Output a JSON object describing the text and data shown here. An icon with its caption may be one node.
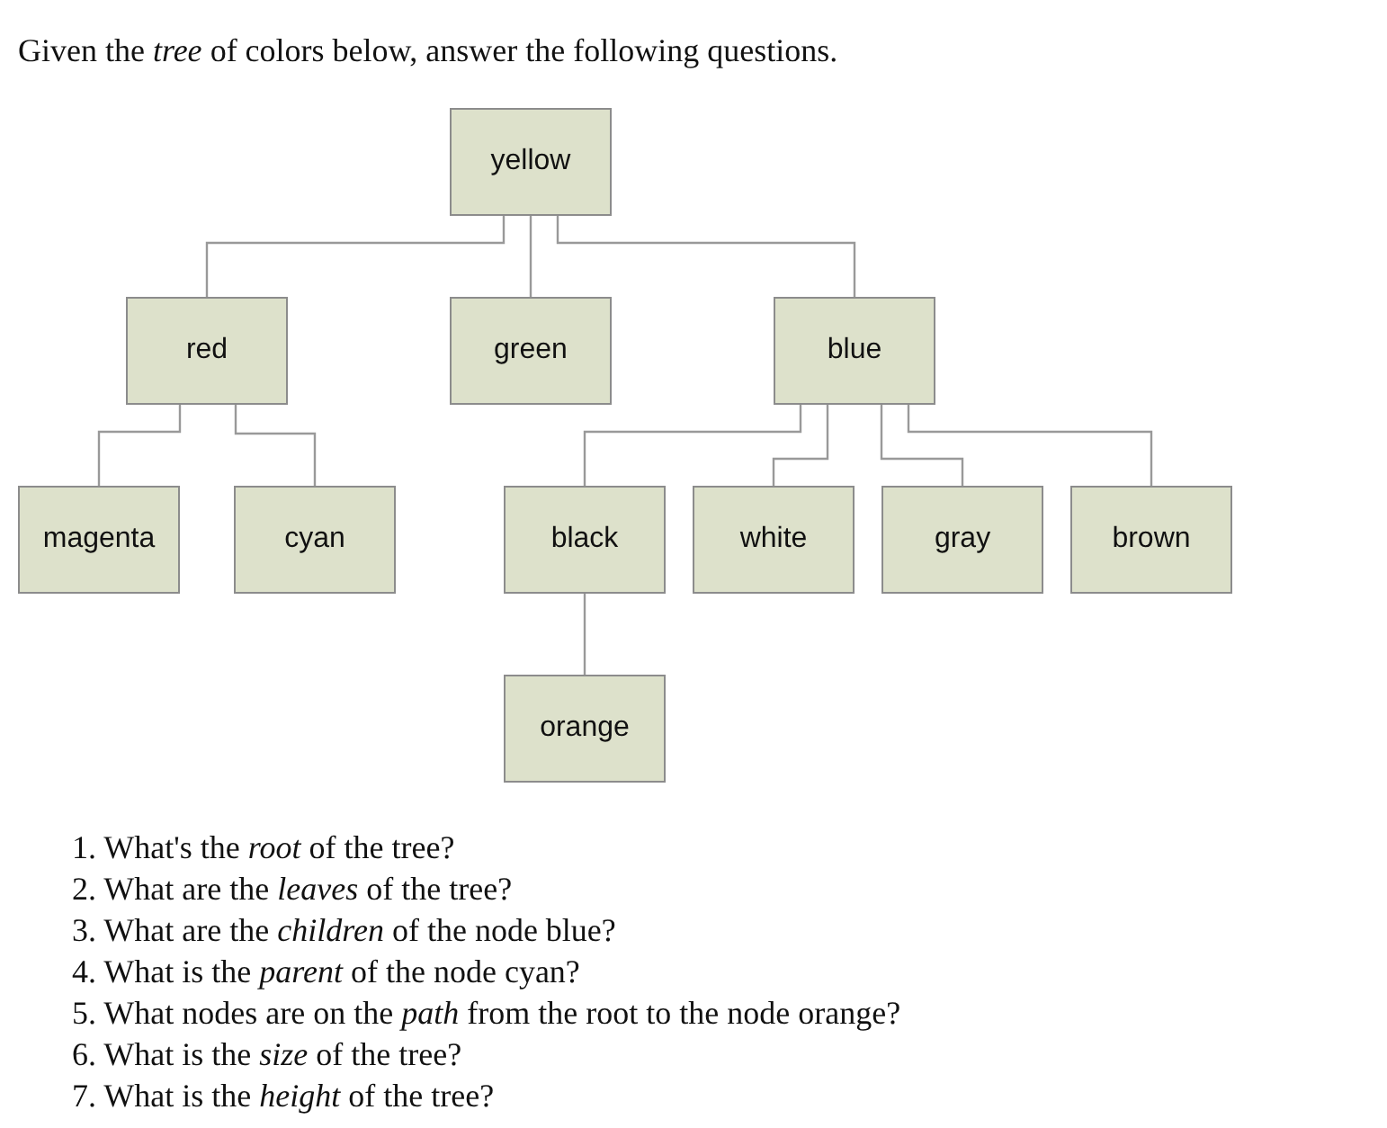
{
  "diagram": {
    "title": "Given the *tree* of colors below, answer the following questions.",
    "nodes": [
      {
        "text": [
          "yellow"
        ]
      },
      {
        "text": [
          "red"
        ]
      },
      {
        "text": [
          "green"
        ]
      },
      {
        "text": [
          "blue"
        ]
      },
      {
        "text": [
          "magenta"
        ]
      },
      {
        "text": [
          "cyan"
        ]
      },
      {
        "text": [
          "black"
        ]
      },
      {
        "text": [
          "white"
        ]
      },
      {
        "text": [
          "gray"
        ]
      },
      {
        "text": [
          "brown"
        ]
      },
      {
        "text": [
          "orange"
        ]
      }
    ],
    "edges": [
      {
        "from": 0,
        "to": 1,
        "arrow": "none"
      },
      {
        "from": 0,
        "to": 2,
        "arrow": "none"
      },
      {
        "from": 0,
        "to": 3,
        "arrow": "none"
      },
      {
        "from": 1,
        "to": 4,
        "arrow": "none"
      },
      {
        "from": 1,
        "to": 5,
        "arrow": "none"
      },
      {
        "from": 3,
        "to": 6,
        "arrow": "none"
      },
      {
        "from": 3,
        "to": 7,
        "arrow": "none"
      },
      {
        "from": 3,
        "to": 8,
        "arrow": "none"
      },
      {
        "from": 3,
        "to": 9,
        "arrow": "none"
      },
      {
        "from": 6,
        "to": 10,
        "arrow": "none"
      }
    ],
    "labels": [
      "1. What's the *root* of the tree?",
      "2. What are the *leaves* of the tree?",
      "3. What are the *children* of the node blue?",
      "4. What is the *parent* of the node cyan?",
      "5. What nodes are on the *path* from the root to the node orange?",
      "6. What is the *size* of the tree?",
      "7. What is the *height* of the tree?"
    ]
  }
}
